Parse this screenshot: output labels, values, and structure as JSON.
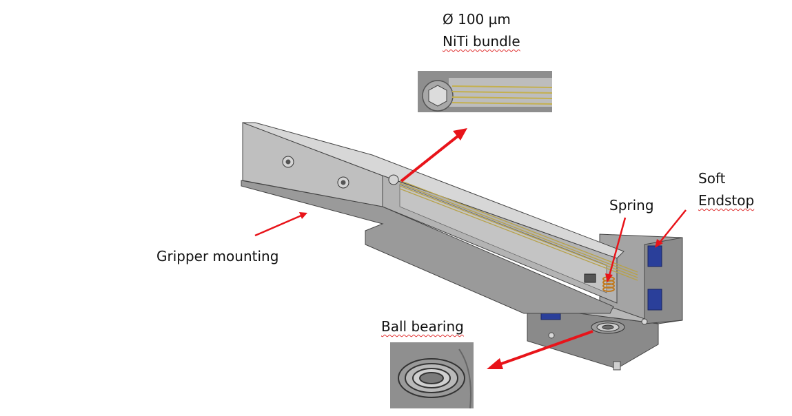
{
  "labels": {
    "wire_diameter": "Ø 100 µm",
    "wire_material": "NiTi bundle",
    "spring": "Spring",
    "soft_line1": "Soft",
    "soft_line2": "Endstop",
    "gripper": "Gripper mounting",
    "ball_bearing": "Ball bearing"
  },
  "colors": {
    "arrow": "#e8141a",
    "part_gray": "#a9a9a9",
    "part_light": "#c9c9c9",
    "part_dark": "#7c7c7c",
    "endstop_blue": "#2a3f9a",
    "wire_gold": "#b7a24a"
  }
}
